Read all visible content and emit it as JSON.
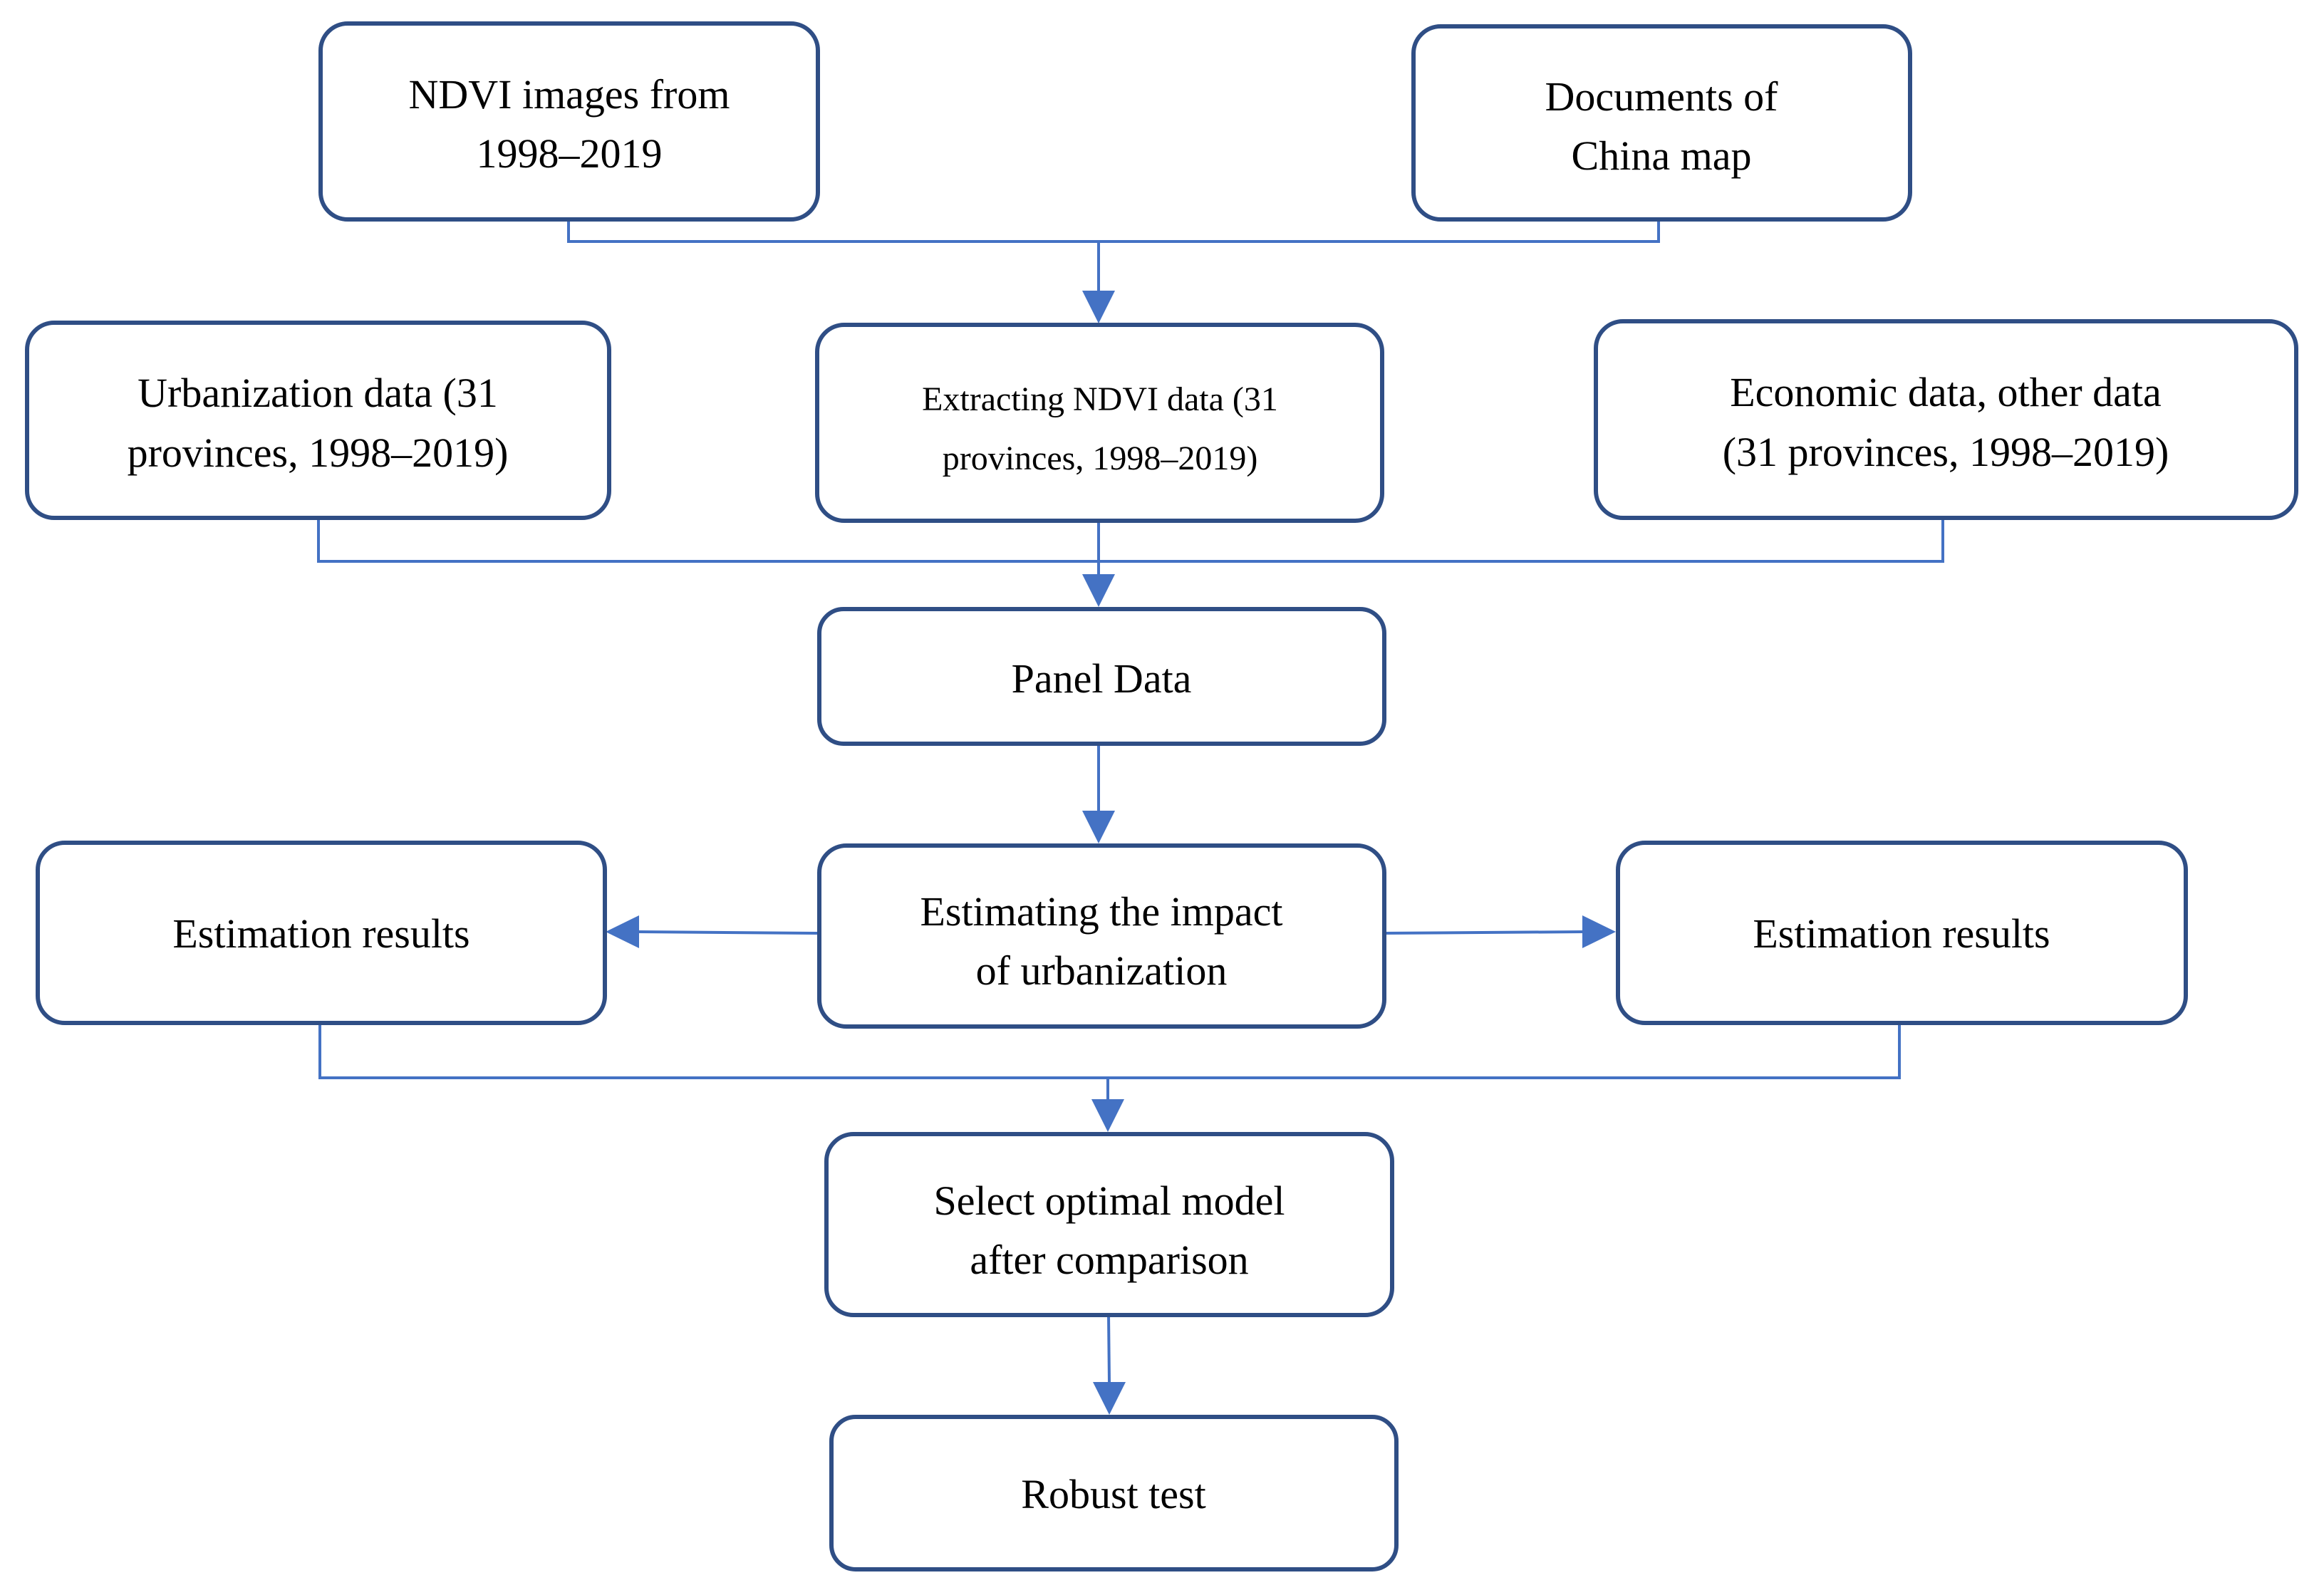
{
  "boxes": {
    "ndvi_images": [
      "NDVI images from",
      "1998–2019"
    ],
    "china_map": [
      "Documents of",
      "China map"
    ],
    "urbanization_data": [
      "Urbanization data (31",
      "provinces, 1998–2019)"
    ],
    "extracting_ndvi": [
      "Extracting NDVI data (31",
      "provinces, 1998–2019)"
    ],
    "economic_data": [
      "Economic data, other data",
      "(31 provinces, 1998–2019)"
    ],
    "panel_data": [
      "Panel Data"
    ],
    "estimation_results_left": [
      "Estimation results"
    ],
    "estimating_impact": [
      "Estimating the impact",
      "of urbanization"
    ],
    "estimation_results_right": [
      "Estimation results"
    ],
    "select_model": [
      "Select optimal model",
      "after comparison"
    ],
    "robust_test": [
      "Robust test"
    ]
  },
  "colors": {
    "box_border": "#2f4e85",
    "connector": "#4472c4"
  }
}
